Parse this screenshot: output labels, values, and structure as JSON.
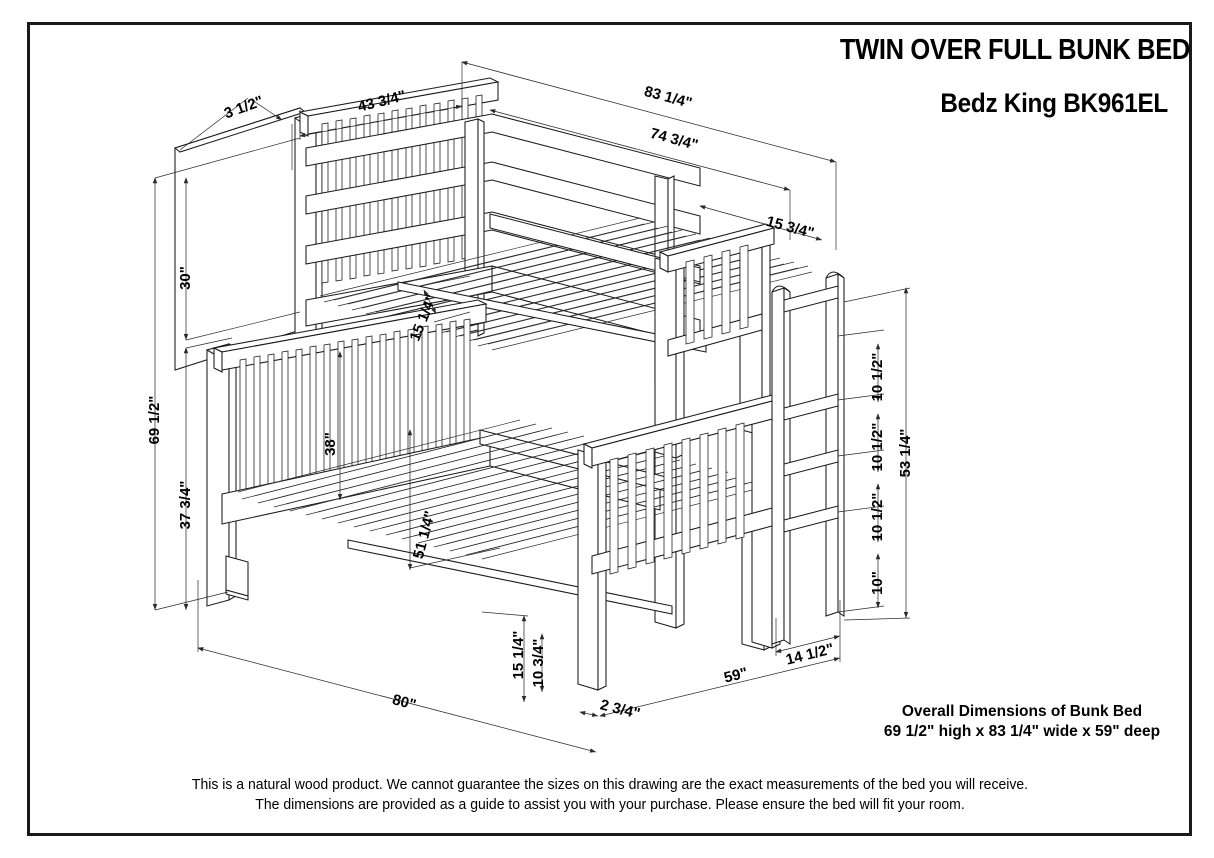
{
  "document": {
    "title_line1": "TWIN OVER FULL BUNK BED",
    "title_line2": "Bedz King BK961EL",
    "overall_heading": "Overall Dimensions of Bunk Bed",
    "overall_value": "69 1/2\" high x 83 1/4\" wide x 59\" deep",
    "disclaimer_line1": "This is a natural wood product. We cannot guarantee the sizes on this drawing are the exact measurements of the bed you will receive.",
    "disclaimer_line2": "The dimensions are provided as a guide to assist you with your purchase. Please ensure the bed will fit your room."
  },
  "dimensions": {
    "top_rail_thickness": "3 1/2\"",
    "headboard_width": "43 3/4\"",
    "overall_width": "83 1/4\"",
    "upper_deck_length": "74 3/4\"",
    "upper_rail_offset": "15 3/4\"",
    "upper_bunk_height": "30\"",
    "overall_height": "69 1/2\"",
    "lower_bunk_height": "37 3/4\"",
    "guardrail_gap": "15 1/4\"",
    "lower_headboard_height": "38\"",
    "lower_deck_width": "51 1/4\"",
    "lower_deck_length": "80\"",
    "clearance_upper": "15 1/4\"",
    "clearance_lower": "10 3/4\"",
    "leg_offset": "2 3/4\"",
    "overall_depth": "59\"",
    "ladder_width": "14 1/2\"",
    "ladder_total": "53 1/4\"",
    "ladder_rung_1": "10 1/2\"",
    "ladder_rung_2": "10 1/2\"",
    "ladder_rung_3": "10 1/2\"",
    "ladder_rung_4": "10\""
  },
  "colors": {
    "line": "#1a1a1a",
    "dimension": "#2b2b2b",
    "background": "#ffffff"
  }
}
